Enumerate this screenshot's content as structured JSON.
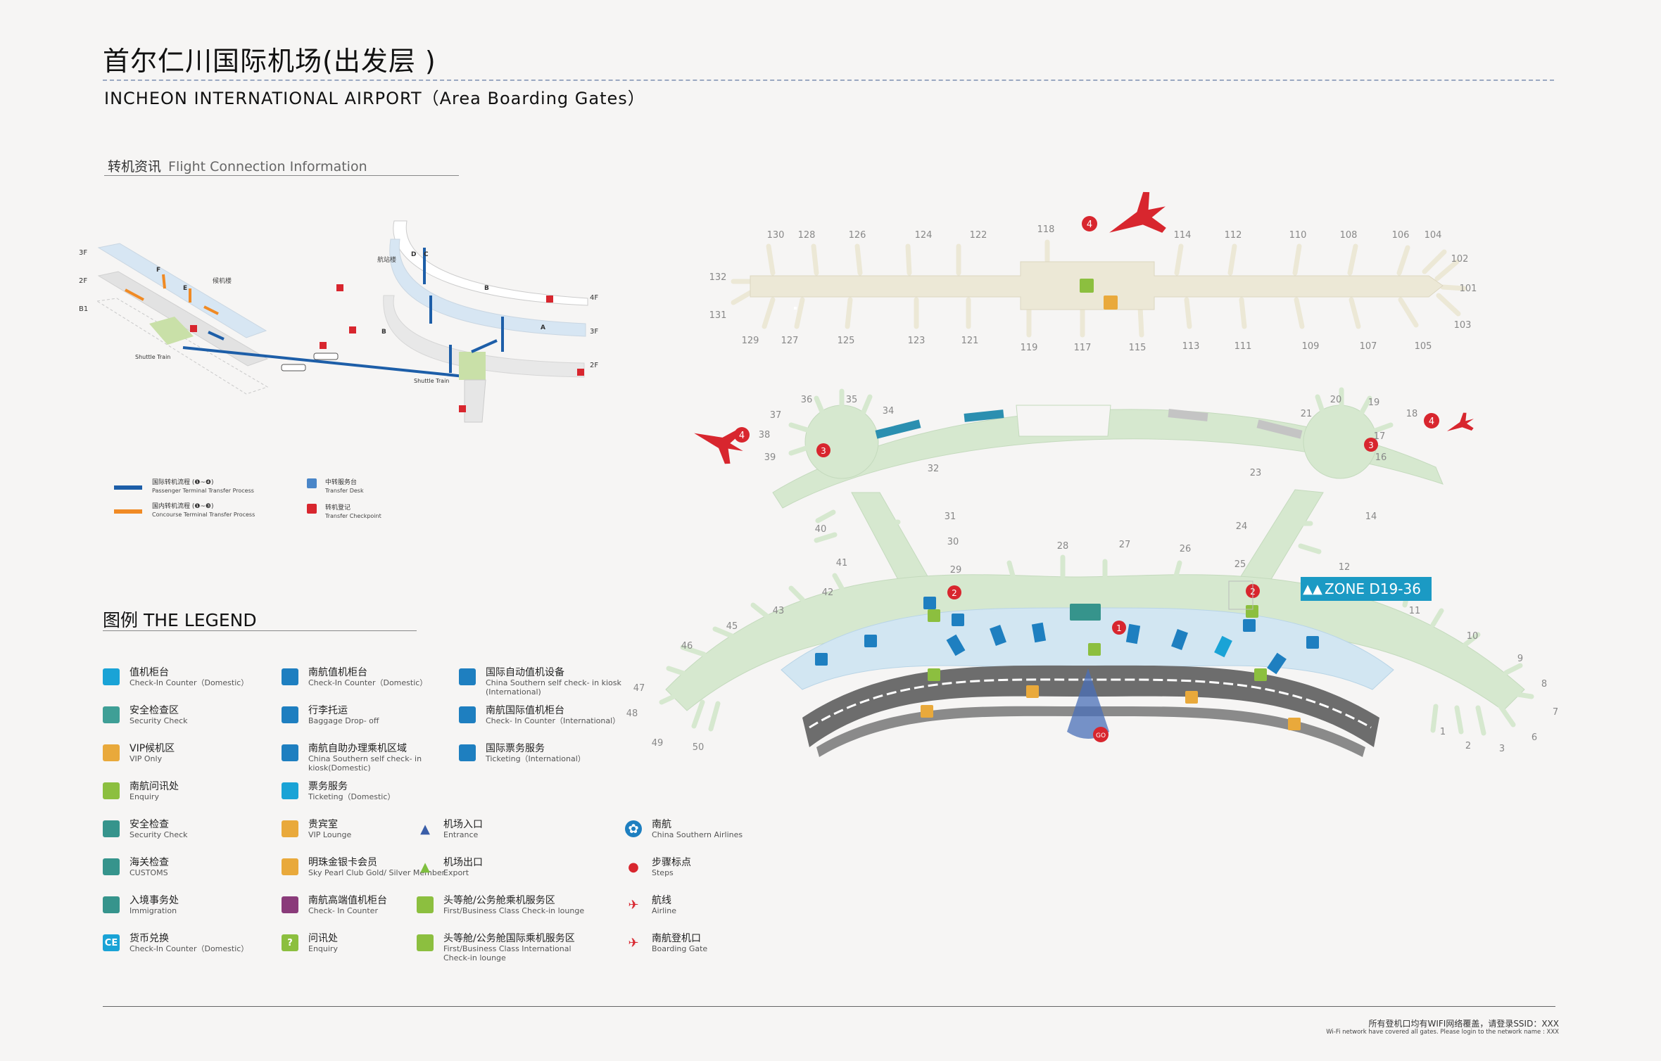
{
  "header": {
    "title_zh": "首尔仁川国际机场(出发层 )",
    "title_en": "INCHEON  INTERNATIONAL  AIRPORT（Area Boarding Gates）"
  },
  "connection": {
    "title_zh": "转机资讯",
    "title_en": "Flight Connection Information",
    "floors": [
      "3F",
      "2F",
      "B1"
    ],
    "floors_right": [
      "4F",
      "3F",
      "2F"
    ],
    "left_label": "候机楼",
    "right_label": "航站楼",
    "shuttle_left": "Shuttle Train",
    "shuttle_right": "Shuttle Train",
    "zones": [
      "F",
      "E",
      "D",
      "C",
      "B",
      "A",
      "B"
    ],
    "legend": [
      {
        "zh": "国际转机流程 (❶~❹)",
        "en": "Passenger Terminal Transfer Process"
      },
      {
        "zh": "国内转机流程 (❶~❸)",
        "en": "Concourse Terminal Transfer Process"
      },
      {
        "zh": "中转服务台",
        "en": "Transfer Desk"
      },
      {
        "zh": "转机登记",
        "en": "Transfer Checkpoint"
      }
    ],
    "colors": {
      "blue": "#1d5ea8",
      "orange": "#f08a24",
      "red": "#d8262e"
    }
  },
  "legend": {
    "title": "图例   THE LEGEND",
    "items": [
      {
        "zh": "值机柜台",
        "en": "Check-In Counter（Domestic）",
        "color": "#1aa3d6",
        "icon": "square"
      },
      {
        "zh": "安全检查区",
        "en": "Security Check",
        "color": "#3f9f96",
        "icon": "square"
      },
      {
        "zh": "VIP候机区",
        "en": "VIP Only",
        "color": "#e9a93b",
        "icon": "square"
      },
      {
        "zh": "南航问讯处",
        "en": "Enquiry",
        "color": "#8cbf3f",
        "icon": "square"
      },
      {
        "zh": "安全检查",
        "en": "Security Check",
        "color": "#36948c",
        "icon": "security-gate-icon"
      },
      {
        "zh": "海关检查",
        "en": "CUSTOMS",
        "color": "#36948c",
        "icon": "customs-icon"
      },
      {
        "zh": "入境事务处",
        "en": "Immigration",
        "color": "#36948c",
        "icon": "immigration-icon"
      },
      {
        "zh": "货币兑换",
        "en": "Check-In Counter（Domestic）",
        "color": "#1aa3d6",
        "icon": "CE"
      },
      {
        "zh": "南航值机柜台",
        "en": "Check-In Counter（Domestic）",
        "color": "#1e7fc0",
        "icon": "counter-icon"
      },
      {
        "zh": "行李托运",
        "en": "Baggage Drop- off",
        "color": "#1e7fc0",
        "icon": "baggage-icon"
      },
      {
        "zh": "南航自助办理乘机区域",
        "en": "China Southern self check- in kiosk(Domestic)",
        "color": "#1e7fc0",
        "icon": "kiosk-icon"
      },
      {
        "zh": "票务服务",
        "en": "Ticketing（Domestic）",
        "color": "#1aa3d6",
        "icon": "ticket-icon"
      },
      {
        "zh": "贵宾室",
        "en": "VIP Lounge",
        "color": "#e9a93b",
        "icon": "vip-lounge-icon"
      },
      {
        "zh": "明珠金银卡会员",
        "en": "Sky Pearl Club Gold/ Silver Member",
        "color": "#e9a93b",
        "icon": "pearl-icon"
      },
      {
        "zh": "南航高端值机柜台",
        "en": "Check- In Counter",
        "color": "#8a3b7a",
        "icon": "premium-counter-icon"
      },
      {
        "zh": "问讯处",
        "en": "Enquiry",
        "color": "#8cbf3f",
        "icon": "?"
      },
      {
        "zh": "国际自动值机设备",
        "en": "China Southern self check- in kiosk (International)",
        "color": "#1e7fc0",
        "icon": "kiosk-icon"
      },
      {
        "zh": "南航国际值机柜台",
        "en": "Check- In Counter（International）",
        "color": "#1e7fc0",
        "icon": "counter-icon"
      },
      {
        "zh": "国际票务服务",
        "en": "Ticketing（International）",
        "color": "#1e7fc0",
        "icon": "ticket-icon"
      },
      {
        "zh": "机场入口",
        "en": "Entrance",
        "color": "#3a5ea8",
        "icon": "entrance-icon"
      },
      {
        "zh": "机场出口",
        "en": "Export",
        "color": "#7fbf3f",
        "icon": "exit-icon"
      },
      {
        "zh": "头等舱/公务舱乘机服务区",
        "en": "First/Business Class Check-in lounge",
        "color": "#8cbf3f",
        "icon": "first-class-icon"
      },
      {
        "zh": "头等舱/公务舱国际乘机服务区",
        "en": "First/Business Class International Check-in lounge",
        "color": "#8cbf3f",
        "icon": "first-class-icon"
      },
      {
        "zh": "南航",
        "en": "China Southern Airlines",
        "color": "#1e7fc0",
        "icon": "csa-logo-icon"
      },
      {
        "zh": "步骤标点",
        "en": "Steps",
        "color": "#d8262e",
        "icon": "step-pin-icon"
      },
      {
        "zh": "航线",
        "en": "Airline",
        "color": "#d8262e",
        "icon": "plane-icon"
      },
      {
        "zh": "南航登机口",
        "en": "Boarding Gate",
        "color": "#d8262e",
        "icon": "plane-icon"
      }
    ]
  },
  "map": {
    "zone_badge": "ZONE D19-36",
    "step_labels": [
      "4",
      "4",
      "4",
      "3",
      "3",
      "2",
      "2",
      "1",
      "GO"
    ],
    "concourse_gates_top": [
      "130",
      "128",
      "126",
      "124",
      "122",
      "118",
      "114",
      "112",
      "110",
      "108",
      "106",
      "104"
    ],
    "concourse_gates_bottom": [
      "129",
      "127",
      "125",
      "123",
      "121",
      "119",
      "117",
      "115",
      "113",
      "111",
      "109",
      "107",
      "105"
    ],
    "concourse_gates_ends": [
      "132",
      "131",
      "102",
      "101",
      "103"
    ],
    "terminal_gates": [
      "1",
      "2",
      "3",
      "6",
      "7",
      "8",
      "9",
      "10",
      "11",
      "12",
      "14",
      "16",
      "17",
      "18",
      "19",
      "20",
      "21",
      "23",
      "24",
      "25",
      "26",
      "27",
      "28",
      "29",
      "30",
      "31",
      "32",
      "34",
      "35",
      "36",
      "37",
      "38",
      "39",
      "40",
      "41",
      "42",
      "43",
      "45",
      "46",
      "47",
      "48",
      "49",
      "50"
    ],
    "colors": {
      "pier": "#d6e8cf",
      "hall": "#d2e6f2",
      "concourse": "#ece8d6",
      "road": "#6d6d6d",
      "red": "#d8262e"
    }
  },
  "footer": {
    "wifi_zh": "所有登机口均有WIFI网络覆盖，请登录SSID：XXX",
    "wifi_en": "Wi-Fi network have covered all gates. Please login to the network name : XXX"
  }
}
